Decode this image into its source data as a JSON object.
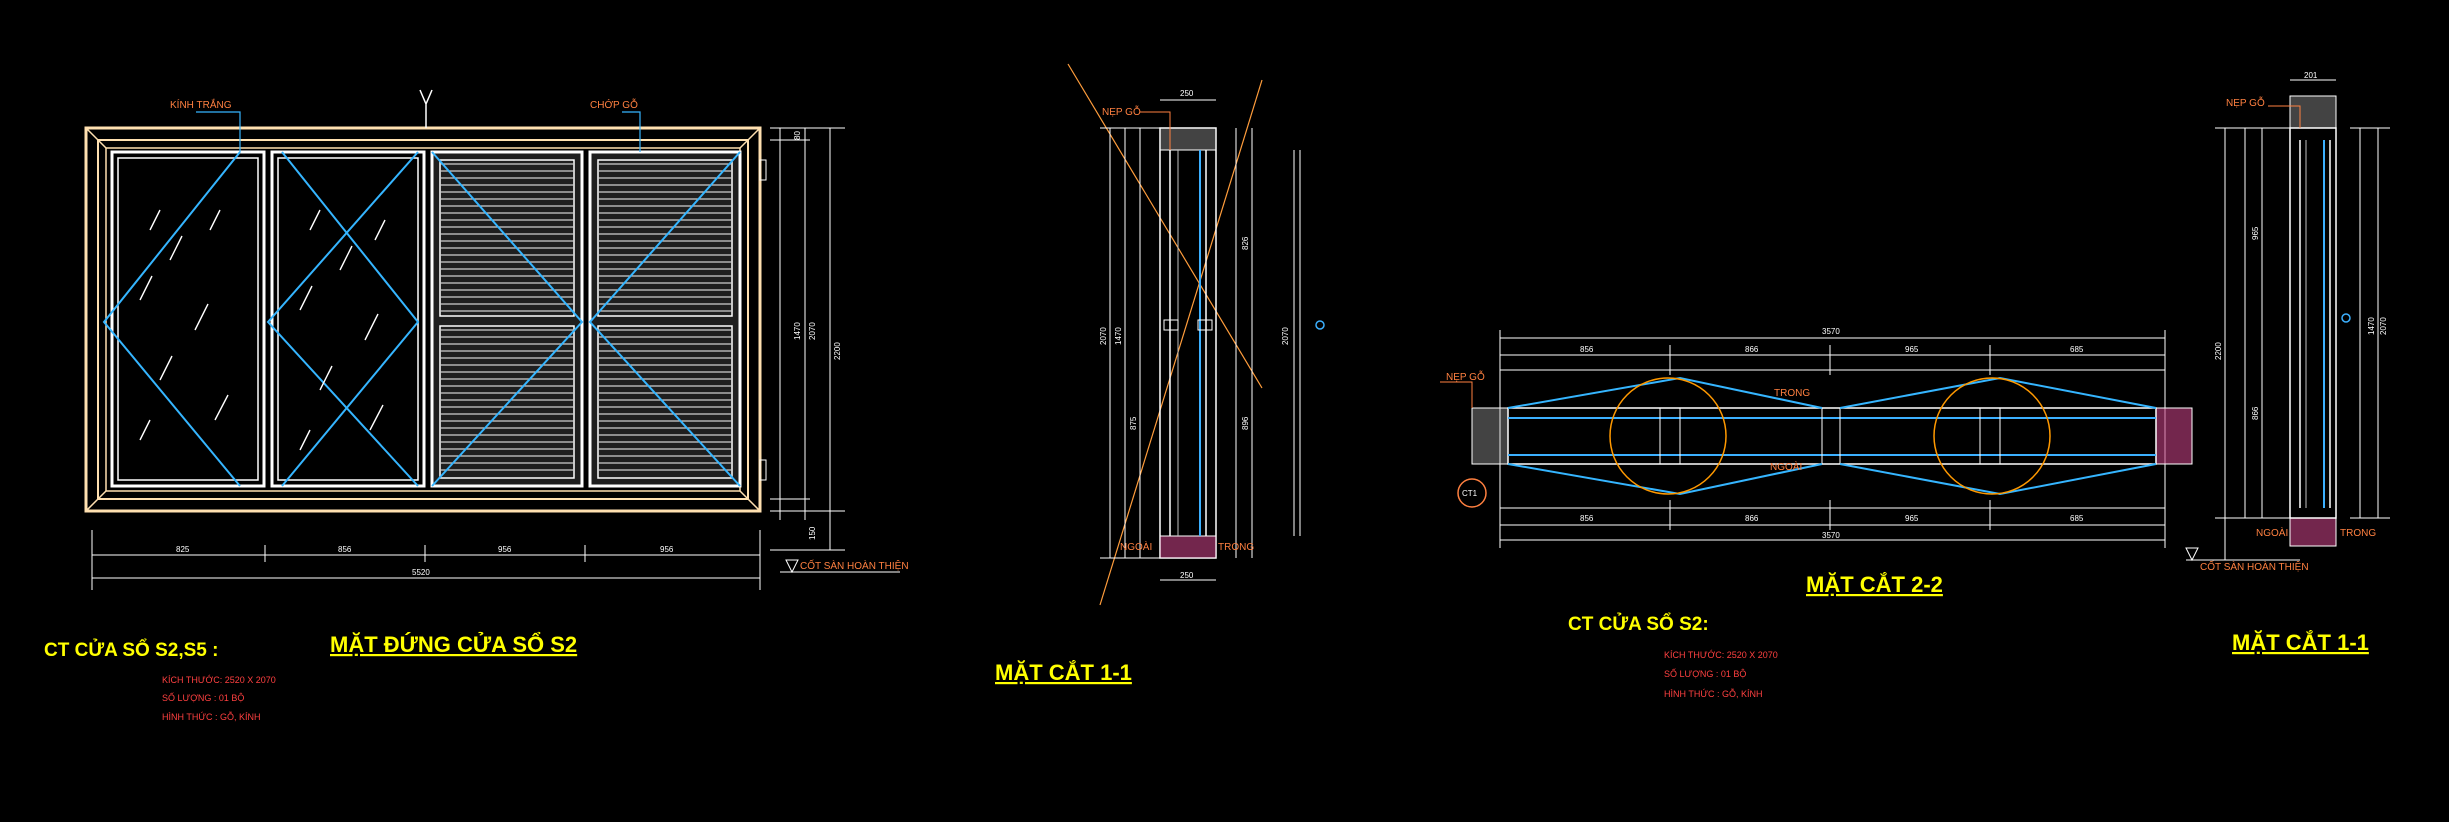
{
  "colors": {
    "background": "#000000",
    "frame": "#ffe0b0",
    "sash": "#ffffff",
    "open_line": "#35b5ff",
    "dim_line": "#ffffff",
    "label": "#ff8040",
    "title": "#ffff00",
    "spec": "#ff4040",
    "circle": "#ff9900",
    "cut_line": "#ff9d3c",
    "inner_glass": "#3cb0ff"
  },
  "elevation": {
    "title": "MẶT ĐỨNG CỬA SỔ S2",
    "label_glass": "KÍNH TRẮNG",
    "label_louver": "CHỚP GỖ",
    "finish_level": "CỐT SÀN HOÀN THIỆN",
    "dim_total_width": "5520",
    "dim_panels": [
      "825",
      "856",
      "956",
      "956"
    ],
    "dim_heights": [
      "1470",
      "2070",
      "2200"
    ],
    "dim_small": [
      "80",
      "150"
    ]
  },
  "spec_left": {
    "title": "CT CỬA SỔ S2,S5 :",
    "lines": [
      "KÍCH THƯỚC: 2520 X 2070",
      "SỐ LƯỢNG : 01 BỘ",
      "HÌNH THỨC : GỖ, KÍNH"
    ]
  },
  "section_a": {
    "title": "MẶT CẮT 1-1",
    "label_trim": "NẸP GỖ",
    "label_out": "NGOÀI",
    "label_in": "TRONG",
    "dim_top": "250",
    "dim_bottom": "250",
    "dim_heights": [
      "2070",
      "1470",
      "2070",
      "875",
      "826",
      "896"
    ]
  },
  "section_b": {
    "title": "MẶT CẮT 2-2",
    "label_trim": "NẸP GỖ",
    "label_in": "TRONG",
    "label_out": "NGOÀI",
    "callout": "CT1",
    "dim_total": "3570",
    "dim_top": [
      "856",
      "866",
      "965",
      "685"
    ],
    "dim_bottom": [
      "856",
      "866",
      "965",
      "685"
    ]
  },
  "spec_right": {
    "title": "CT CỬA SỔ S2:",
    "lines": [
      "KÍCH THƯỚC: 2520 X 2070",
      "SỐ LƯỢNG : 01 BỘ",
      "HÌNH THỨC : GỖ, KÍNH"
    ]
  },
  "section_c": {
    "title": "MẶT CẮT 1-1",
    "label_trim": "NẸP GỖ",
    "label_out": "NGOÀI",
    "label_in": "TRONG",
    "finish_level": "CỐT SÀN HOÀN THIỆN",
    "dim_top": "201",
    "dim_heights": [
      "2200",
      "1470",
      "2070",
      "965",
      "866"
    ]
  }
}
